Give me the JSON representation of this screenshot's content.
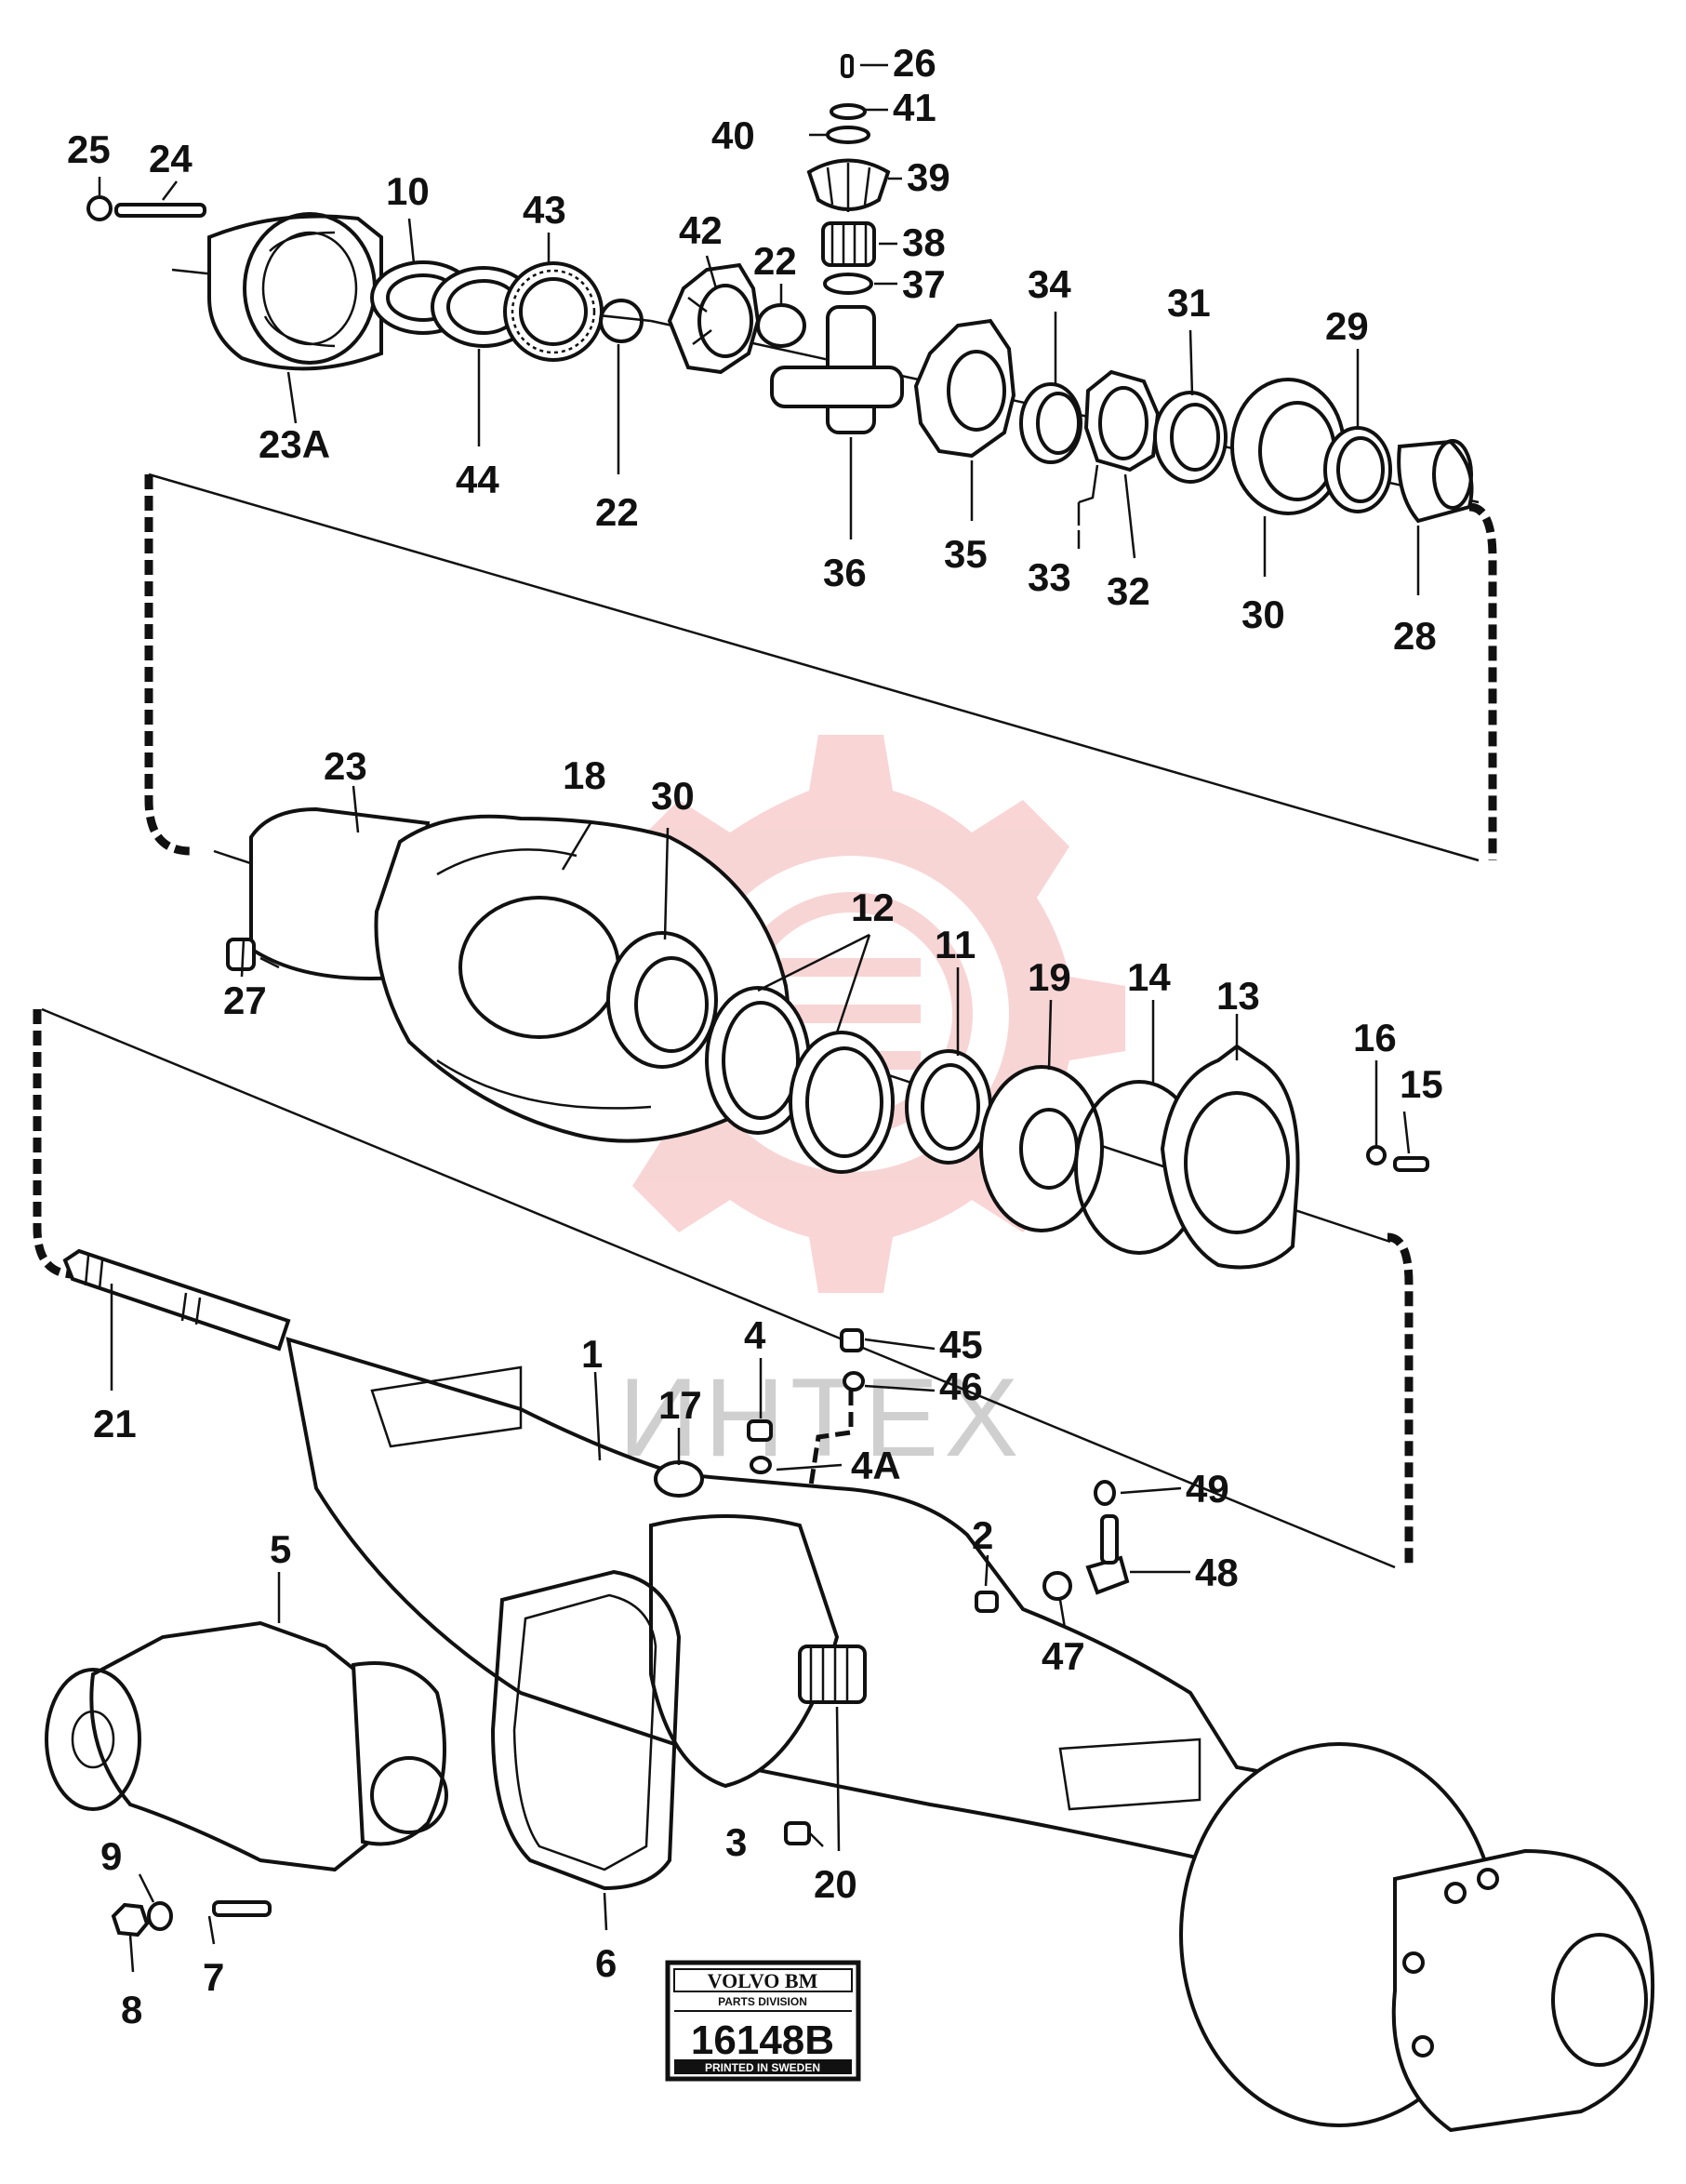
{
  "watermark": {
    "text": "ИНТЕХ",
    "color": "#f2b8b8"
  },
  "stamp": {
    "brand": "VOLVO BM",
    "division": "PARTS DIVISION",
    "number": "16148B",
    "footer": "PRINTED IN SWEDEN"
  },
  "callouts": {
    "c1": "1",
    "c2": "2",
    "c3": "3",
    "c4": "4",
    "c4a": "4A",
    "c5": "5",
    "c6": "6",
    "c7": "7",
    "c8": "8",
    "c9": "9",
    "c10": "10",
    "c11": "11",
    "c12": "12",
    "c13": "13",
    "c14": "14",
    "c15": "15",
    "c16": "16",
    "c17": "17",
    "c18": "18",
    "c19": "19",
    "c20": "20",
    "c21": "21",
    "c22a": "22",
    "c22b": "22",
    "c23": "23",
    "c23a": "23A",
    "c24": "24",
    "c25": "25",
    "c26": "26",
    "c27": "27",
    "c28": "28",
    "c29": "29",
    "c30a": "30",
    "c30b": "30",
    "c31": "31",
    "c32": "32",
    "c33": "33",
    "c34": "34",
    "c35": "35",
    "c36": "36",
    "c37": "37",
    "c38": "38",
    "c39": "39",
    "c40": "40",
    "c41": "41",
    "c42": "42",
    "c43": "43",
    "c44": "44",
    "c45": "45",
    "c46": "46",
    "c47": "47",
    "c48": "48",
    "c49": "49"
  },
  "icons": [
    "gear-watermark-icon",
    "volvo-bm-stamp"
  ]
}
